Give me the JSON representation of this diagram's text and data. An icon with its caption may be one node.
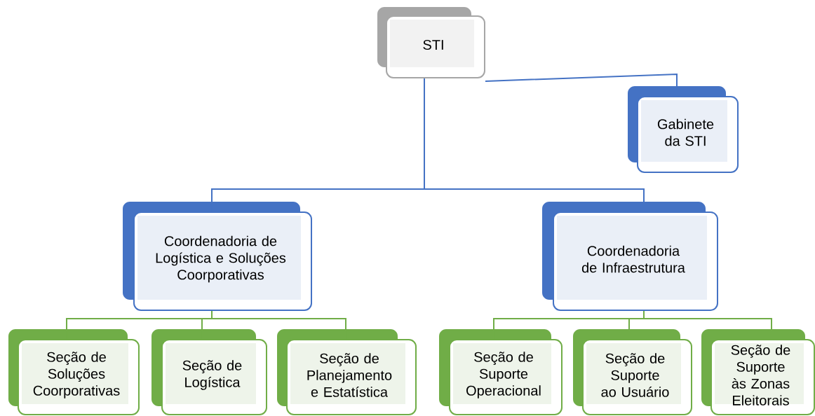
{
  "diagram": {
    "nodes": [
      {
        "text": [
          "STI"
        ]
      },
      {
        "text": [
          "Gabinete da STI"
        ]
      },
      {
        "text": [
          "Coordenadoria de Logística e Soluções Coorporativas"
        ]
      },
      {
        "text": [
          "Coordenadoria de Infraestrutura"
        ]
      },
      {
        "text": [
          "Seção de Soluções Coorporativas"
        ]
      },
      {
        "text": [
          "Seção de Logística"
        ]
      },
      {
        "text": [
          "Seção de Planejamento e Estatística"
        ]
      },
      {
        "text": [
          "Seção de Suporte Operacional"
        ]
      },
      {
        "text": [
          "Seção de Suporte ao Usuário"
        ]
      },
      {
        "text": [
          "Seção de Suporte às Zonas Eleitorais"
        ]
      }
    ],
    "edges": [
      {
        "from": 0,
        "to": 1,
        "arrow": "none",
        "color": "#4472c4"
      },
      {
        "from": 0,
        "to": 2,
        "arrow": "none",
        "color": "#4472c4"
      },
      {
        "from": 0,
        "to": 3,
        "arrow": "none",
        "color": "#4472c4"
      },
      {
        "from": 2,
        "to": 4,
        "arrow": "none"
      },
      {
        "from": 2,
        "to": 5,
        "arrow": "none"
      },
      {
        "from": 2,
        "to": 6,
        "arrow": "none"
      },
      {
        "from": 3,
        "to": 7,
        "arrow": "none"
      },
      {
        "from": 3,
        "to": 8,
        "arrow": "none"
      },
      {
        "from": 3,
        "to": 9,
        "arrow": "none"
      }
    ]
  }
}
